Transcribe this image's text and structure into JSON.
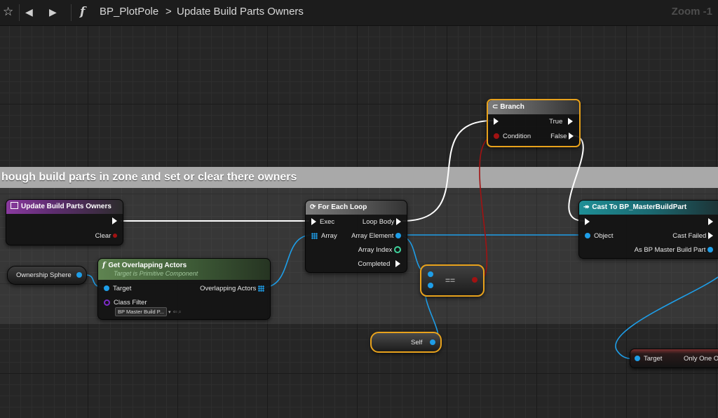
{
  "toolbar": {
    "star_icon": "☆",
    "back_icon": "◀",
    "forward_icon": "▶",
    "function_icon": "f",
    "blueprint": "BP_PlotPole",
    "separator": ">",
    "function": "Update Build Parts Owners",
    "zoom": "Zoom -1"
  },
  "comment": {
    "title": "hough build parts in zone and set or clear there owners"
  },
  "nodes": {
    "update_event": {
      "title": "Update Build Parts Owners",
      "clear_pin": "Clear"
    },
    "ownership_sphere": {
      "label": "Ownership Sphere"
    },
    "get_overlapping": {
      "title": "Get Overlapping Actors",
      "subtitle": "Target is Primitive Component",
      "target": "Target",
      "class_filter": "Class Filter",
      "class_value": "BP Master Build P...",
      "output": "Overlapping Actors"
    },
    "for_each": {
      "title": "For Each Loop",
      "exec": "Exec",
      "array": "Array",
      "loop_body": "Loop Body",
      "array_element": "Array Element",
      "array_index": "Array Index",
      "completed": "Completed"
    },
    "branch": {
      "title": "Branch",
      "condition": "Condition",
      "true": "True",
      "false": "False"
    },
    "equals": {
      "label": "=="
    },
    "self": {
      "label": "Self"
    },
    "cast": {
      "title": "Cast To BP_MasterBuildPart",
      "object": "Object",
      "cast_failed": "Cast Failed",
      "as_output": "As BP Master Build Part"
    },
    "only_one": {
      "target": "Target",
      "output": "Only One O"
    }
  },
  "colors": {
    "selection": "#e8a21c",
    "object_pin": "#1e9ee8",
    "bool_pin": "#a11212",
    "exec_wire": "#ffffff"
  }
}
